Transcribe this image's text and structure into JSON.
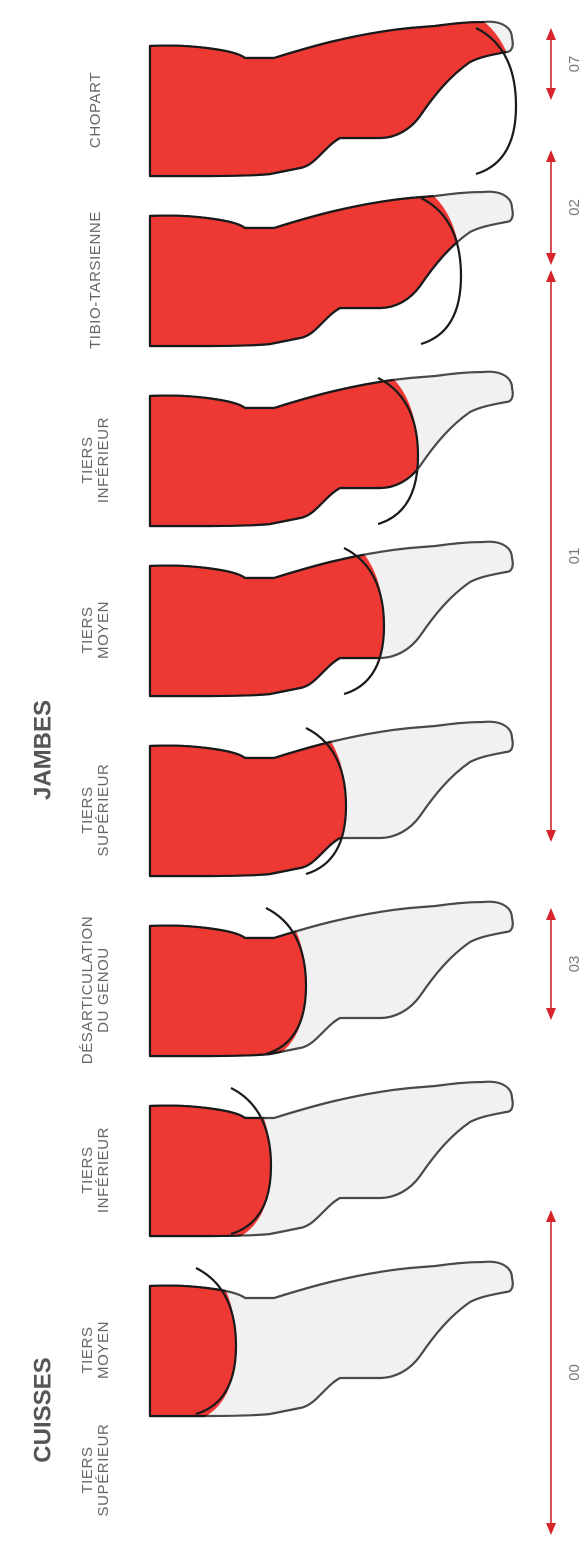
{
  "colors": {
    "amputated": "#ee3833",
    "leg": "#f1f1f1",
    "arrow": "#d6242a",
    "text": "#666666"
  },
  "groups": [
    {
      "id": "thighs",
      "title": "CUISSES"
    },
    {
      "id": "legs",
      "title": "JAMBES"
    }
  ],
  "levels": [
    {
      "id": "tiers-superieur-cuisse",
      "group": "thighs",
      "lines": [
        "TIERS",
        "SUPÉRIEUR"
      ],
      "has_figure": false
    },
    {
      "id": "tiers-moyen-cuisse",
      "group": "thighs",
      "lines": [
        "TIERS",
        "MOYEN"
      ],
      "has_figure": true
    },
    {
      "id": "tiers-inferieur-cuisse",
      "group": "thighs",
      "lines": [
        "TIERS",
        "INFÉRIEUR"
      ],
      "has_figure": true
    },
    {
      "id": "desarticulation-genou",
      "group": "knee",
      "lines": [
        "DÉSARTICULATION",
        "DU GENOU"
      ],
      "has_figure": true
    },
    {
      "id": "tiers-superieur-jambe",
      "group": "legs",
      "lines": [
        "TIERS",
        "SUPÉRIEUR"
      ],
      "has_figure": true
    },
    {
      "id": "tiers-moyen-jambe",
      "group": "legs",
      "lines": [
        "TIERS",
        "MOYEN"
      ],
      "has_figure": true
    },
    {
      "id": "tiers-inferieur-jambe",
      "group": "legs",
      "lines": [
        "TIERS",
        "INFÉRIEUR"
      ],
      "has_figure": true
    },
    {
      "id": "tibio-tarsienne",
      "group": "feet",
      "lines": [
        "TIBIO-TARSIENNE"
      ],
      "has_figure": true
    },
    {
      "id": "chopart",
      "group": "feet",
      "lines": [
        "CHOPART"
      ],
      "has_figure": true
    }
  ],
  "ranges": [
    {
      "code": "00",
      "levels": [
        "tiers-superieur-cuisse",
        "tiers-moyen-cuisse",
        "tiers-inferieur-cuisse"
      ]
    },
    {
      "code": "03",
      "levels": [
        "desarticulation-genou"
      ]
    },
    {
      "code": "01",
      "levels": [
        "tiers-superieur-jambe",
        "tiers-moyen-jambe",
        "tiers-inferieur-jambe"
      ]
    },
    {
      "code": "02",
      "levels": [
        "tibio-tarsienne"
      ]
    },
    {
      "code": "07",
      "levels": [
        "chopart"
      ]
    }
  ]
}
